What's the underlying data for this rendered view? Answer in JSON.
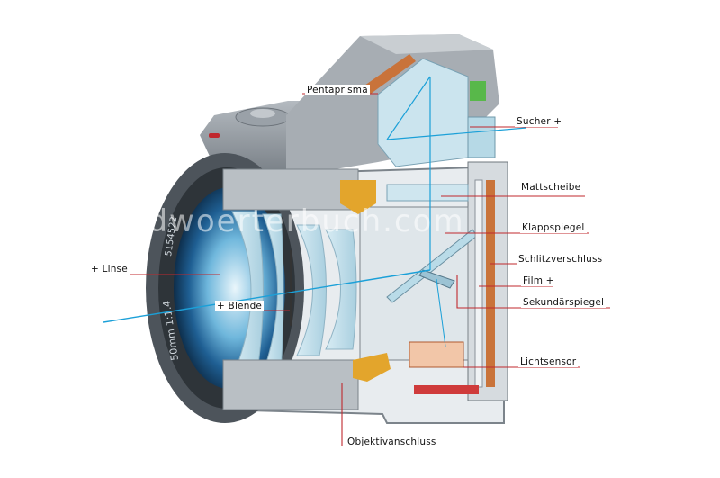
{
  "watermark": "bildwoerterbuch.com",
  "lens_engraving_1": "50mm 1:1.4",
  "lens_engraving_2": "5154522",
  "labels": {
    "pentaprisma": "Pentaprisma",
    "sucher": "Sucher +",
    "mattscheibe": "Mattscheibe",
    "klappspiegel": "Klappspiegel",
    "linse": "+ Linse",
    "schlitzverschluss": "Schlitzverschluss",
    "film": "Film +",
    "blende": "+ Blende",
    "sekundaerspiegel": "Sekundärspiegel",
    "lichtsensor": "Lichtsensor",
    "objektivanschluss": "Objektivanschluss"
  },
  "colors": {
    "leader": "#c0282e",
    "body_gray": "#8f969c",
    "glass": "#bfe0ec",
    "lens_blue": "#2a79b0",
    "brass": "#e3a52c",
    "copper": "#c9733a",
    "ray": "#1ba0d8"
  }
}
